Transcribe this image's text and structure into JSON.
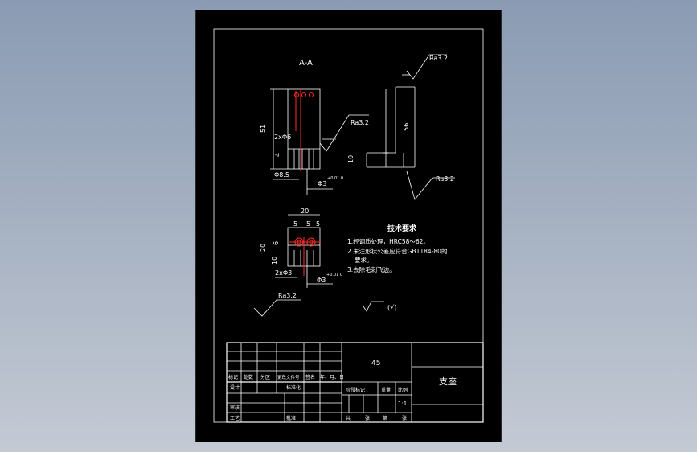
{
  "drawing": {
    "section_label": "A-A",
    "roughness": "Ra3.2",
    "dims": {
      "d51": "51",
      "d2x6": "2xΦ6",
      "d4": "4",
      "d8_5": "Φ8.5",
      "d3": "Φ3",
      "tol": "+0.01 0",
      "d56": "56",
      "d10": "10",
      "d20": "20",
      "d5a": "5",
      "d5b": "5",
      "d6": "6",
      "d20v": "20",
      "d10v": "10",
      "d2x3": "2xΦ3"
    },
    "tech_title": "技术要求",
    "tech_items": [
      "1.经调质处理，HRC58～62。",
      "2.未注形状公差应符合GB1184-80的",
      "要求。",
      "3.去除毛刺飞边。"
    ],
    "general_roughness": "(√)"
  },
  "title_block": {
    "material": "45",
    "part_name": "支座",
    "row_labels": [
      "标记",
      "处数",
      "分区",
      "更改文件号",
      "签名",
      "年、月、日"
    ],
    "designer": "设计",
    "standard": "标准化",
    "stage_mark": "阶段标记",
    "weight": "重量",
    "scale_label": "比例",
    "scale": "1:1",
    "review": "审核",
    "process": "工艺",
    "approve": "批准",
    "total": "共",
    "sheets": "张",
    "page": "第",
    "page_unit": "张"
  }
}
